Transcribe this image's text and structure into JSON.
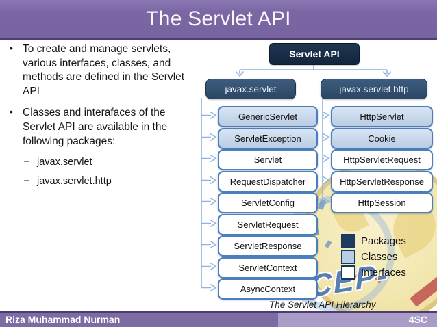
{
  "title": "The Servlet API",
  "bullets": {
    "marker": "•",
    "sub_marker": "–",
    "b1": "To create and manage servlets, various interfaces, classes, and methods are defined in the Servlet API",
    "b2": "Classes and interafaces of the Servlet API are available in the following packages:",
    "sub1": "javax.servlet",
    "sub2": "javax.servlet.http"
  },
  "diagram": {
    "root": {
      "label": "Servlet API"
    },
    "packages": [
      {
        "label": "javax.servlet"
      },
      {
        "label": "javax.servlet.http"
      }
    ],
    "left_boxes": [
      {
        "label": "GenericServlet",
        "kind": "class"
      },
      {
        "label": "ServletException",
        "kind": "class"
      },
      {
        "label": "Servlet",
        "kind": "interface"
      },
      {
        "label": "RequestDispatcher",
        "kind": "interface"
      },
      {
        "label": "ServletConfig",
        "kind": "interface"
      },
      {
        "label": "ServletRequest",
        "kind": "interface"
      },
      {
        "label": "ServletResponse",
        "kind": "interface"
      },
      {
        "label": "ServletContext",
        "kind": "interface"
      },
      {
        "label": "AsyncContext",
        "kind": "interface"
      }
    ],
    "right_boxes": [
      {
        "label": "HttpServlet",
        "kind": "class"
      },
      {
        "label": "Cookie",
        "kind": "class"
      },
      {
        "label": "HttpServletRequest",
        "kind": "interface"
      },
      {
        "label": "HttpServletResponse",
        "kind": "interface"
      },
      {
        "label": "HttpSession",
        "kind": "interface"
      }
    ],
    "legend": [
      {
        "label": "Packages",
        "swatch": "package"
      },
      {
        "label": "Classes",
        "swatch": "class"
      },
      {
        "label": "Interfaces",
        "swatch": "interface"
      }
    ],
    "caption": "The Servlet API Hierarchy"
  },
  "watermark": {
    "text": "CEP-"
  },
  "footer": {
    "author": "Riza Muhammad Nurman",
    "badge": "4SC"
  },
  "colors": {
    "header_purple": "#7b67a4",
    "header_border": "#4e3e76",
    "footer_dark": "#7d6ba4",
    "footer_light": "#a99cc7",
    "root_fill": "#13253c",
    "package_fill": "#2c4764",
    "class_fill": "#b9cde5",
    "interface_fill": "#ffffff",
    "box_border": "#4a7ebc",
    "connector": "#8fb3dc",
    "legend_navy": "#1f3a63",
    "watermark_yellow": "#f2e6ac",
    "watermark_blue": "#3968a7",
    "watermark_red": "#c0504d"
  }
}
